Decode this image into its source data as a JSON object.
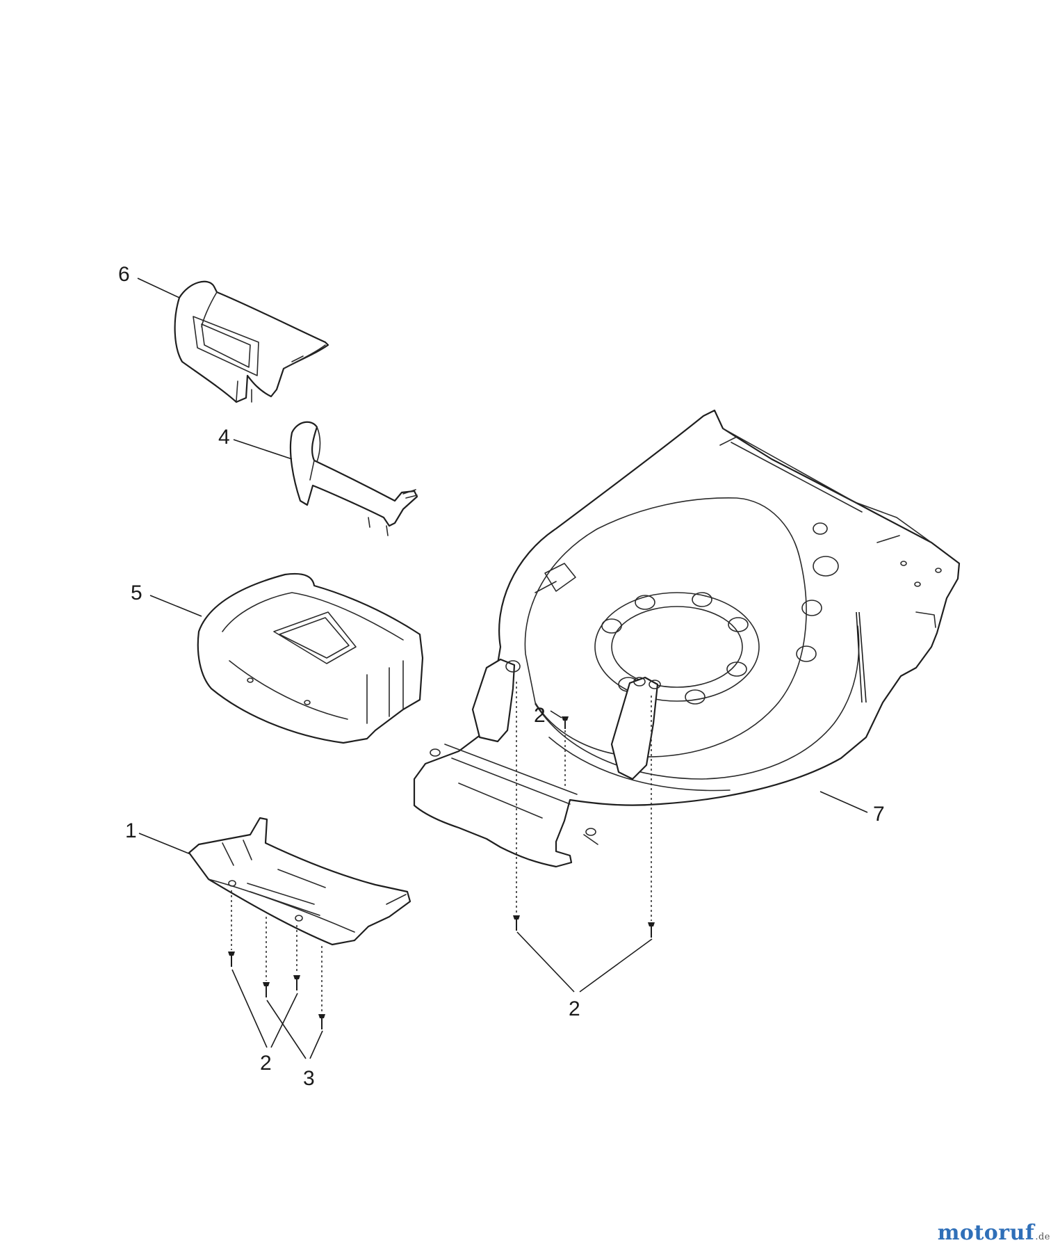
{
  "callouts": {
    "part_1": "1",
    "part_2_center": "2",
    "part_2_lower_right": "2",
    "part_2_lower_left": "2",
    "part_3": "3",
    "part_4": "4",
    "part_5": "5",
    "part_6": "6",
    "part_7": "7"
  },
  "watermark": {
    "brand": "motoruf",
    "tld": ".de"
  },
  "colors": {
    "line": "#1f1f1f",
    "watermark_brand": "#2f6fb8"
  }
}
